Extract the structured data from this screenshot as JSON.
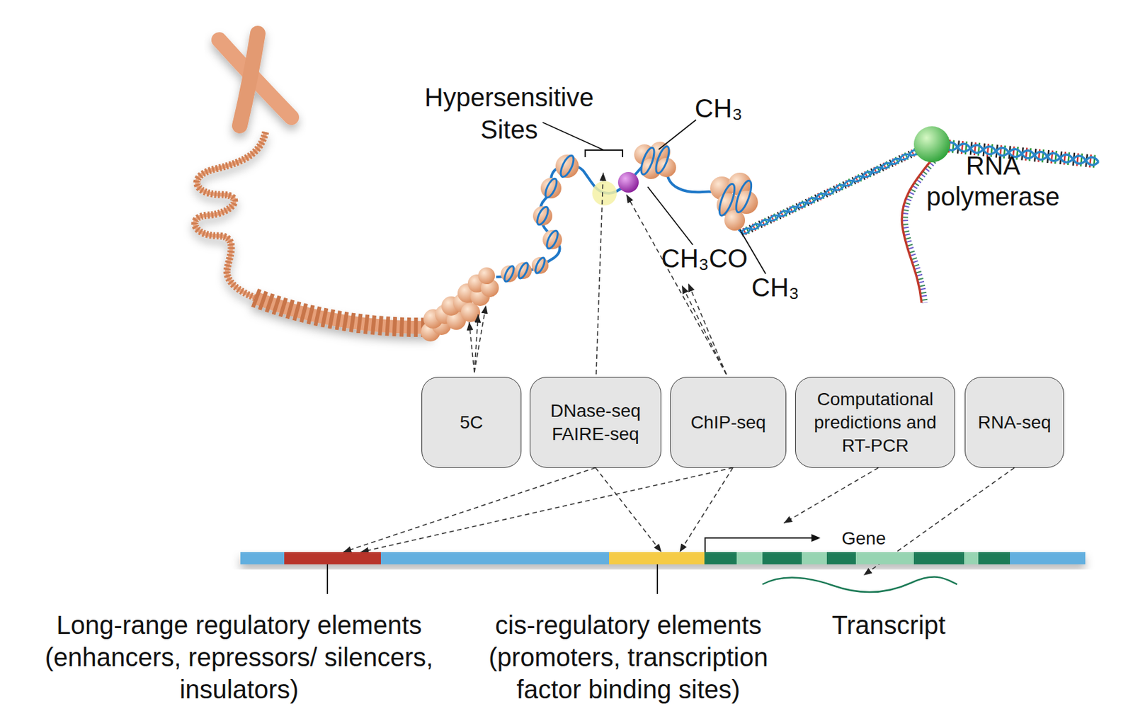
{
  "diagram": {
    "nodes": [
      {
        "text": [
          "5C"
        ]
      },
      {
        "text": [
          "DNase-seq FAIRE-seq"
        ]
      },
      {
        "text": [
          "ChIP-seq"
        ]
      },
      {
        "text": [
          "Computational predictions and RT-PCR"
        ]
      },
      {
        "text": [
          "RNA-seq"
        ]
      },
      {
        "text": [
          "Long-range regulatory elements (enhancers, repressors/ silencers, insulators)"
        ]
      },
      {
        "text": [
          "cis-regulatory elements (promoters, transcription factor binding sites)"
        ]
      },
      {
        "text": [
          "Gene"
        ]
      },
      {
        "text": [
          "Transcript"
        ]
      }
    ],
    "edges": [
      {
        "from": 1,
        "to": 5,
        "arrow": "to"
      },
      {
        "from": 2,
        "to": 5,
        "arrow": "to"
      },
      {
        "from": 1,
        "to": 6,
        "arrow": "to"
      },
      {
        "from": 2,
        "to": 6,
        "arrow": "to"
      },
      {
        "from": 3,
        "to": 7,
        "arrow": "to"
      },
      {
        "from": 4,
        "to": 8,
        "arrow": "to"
      }
    ],
    "labels": [
      "Hypersensitive Sites",
      "CH₃",
      "CH₃CO",
      "CH₃",
      "RNA polymerase"
    ]
  }
}
